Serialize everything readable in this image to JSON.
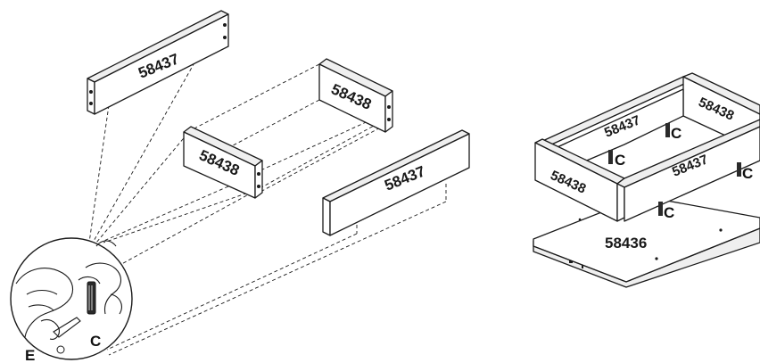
{
  "parts": {
    "side_panel_back": "58437",
    "end_panel_right": "58438",
    "end_panel_left": "58438",
    "side_panel_front": "58437",
    "bottom_panel": "58436"
  },
  "assembled": {
    "side_back": "58437",
    "end_right": "58438",
    "end_left": "58438",
    "side_front": "58437",
    "bottom": "58436",
    "dowel_label": "C"
  },
  "hardware": {
    "dowel": "C",
    "glue": "E"
  },
  "colors": {
    "line": "#1a1a1a",
    "background": "#ffffff",
    "edge_shade": "#efefef"
  }
}
